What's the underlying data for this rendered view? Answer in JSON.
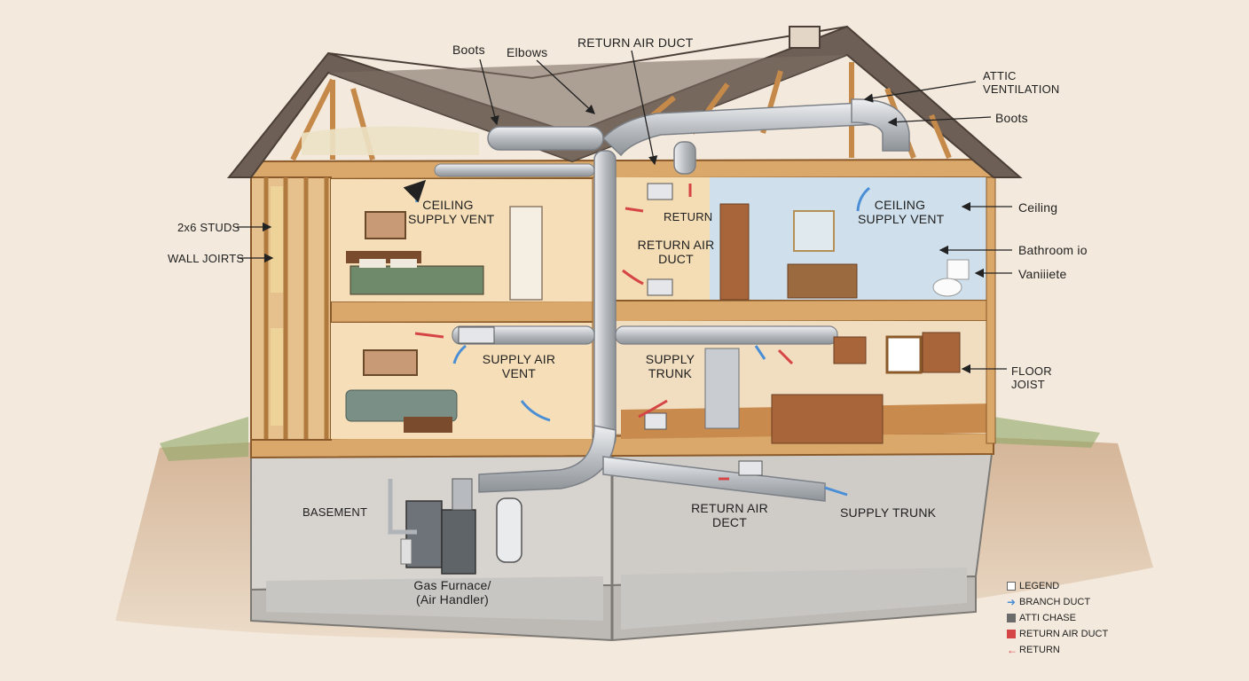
{
  "labels": {
    "boots_top": "Boots",
    "elbows": "Elbows",
    "return_air_duct_top": "RETURN AIR DUCT",
    "attic_ventilation_1": "ATTIC",
    "attic_ventilation_2": "VENTILATION",
    "boots_right": "Boots",
    "ceiling_supply_vent_left_1": "CEILING",
    "ceiling_supply_vent_left_2": "SUPPLY VENT",
    "return_center": "RETURN",
    "return_air_duct_mid_1": "RETURN AIR",
    "return_air_duct_mid_2": "DUCT",
    "ceiling_supply_vent_right_1": "CEILING",
    "ceiling_supply_vent_right_2": "SUPPLY VENT",
    "ceiling": "Ceiling",
    "bathroom": "Bathroom io",
    "vanity": "Vaniiiete",
    "studs": "2x6 STUDS",
    "wall_joists": "WALL JOIRTS",
    "supply_air_vent_1": "SUPPLY AIR",
    "supply_air_vent_2": "VENT",
    "supply_trunk_mid_1": "SUPPLY",
    "supply_trunk_mid_2": "TRUNK",
    "floor_joist_1": "FLOOR",
    "floor_joist_2": "JOIST",
    "basement": "BASEMENT",
    "return_air_duct_low_1": "RETURN AIR",
    "return_air_duct_low_2": "DECT",
    "supply_trunk_low": "SUPPLY TRUNK",
    "furnace_1": "Gas Furnace/",
    "furnace_2": "(Air Handler)"
  },
  "legend": {
    "title": "LEGEND",
    "items": [
      {
        "label": "BRANCH DUCT",
        "kind": "arrow",
        "color": "#4a8fd6"
      },
      {
        "label": "ATTI CHASE",
        "kind": "swatch",
        "color": "#6b6b6b"
      },
      {
        "label": "RETURN AIR DUCT",
        "kind": "swatch",
        "color": "#d64545"
      },
      {
        "label": "RETURN",
        "kind": "arrow-left",
        "color": "#d64545"
      }
    ]
  },
  "colors": {
    "background": "#f3e9dc",
    "roof": "#6d5f55",
    "wood": "#d9a86a",
    "duct": "#c9ccd1",
    "supply_arrow": "#4a8fd6",
    "return_arrow": "#d64545",
    "bathroom_wall": "#cfe0ec",
    "room_wall": "#f6dfb8",
    "concrete": "#c4c2bf"
  }
}
